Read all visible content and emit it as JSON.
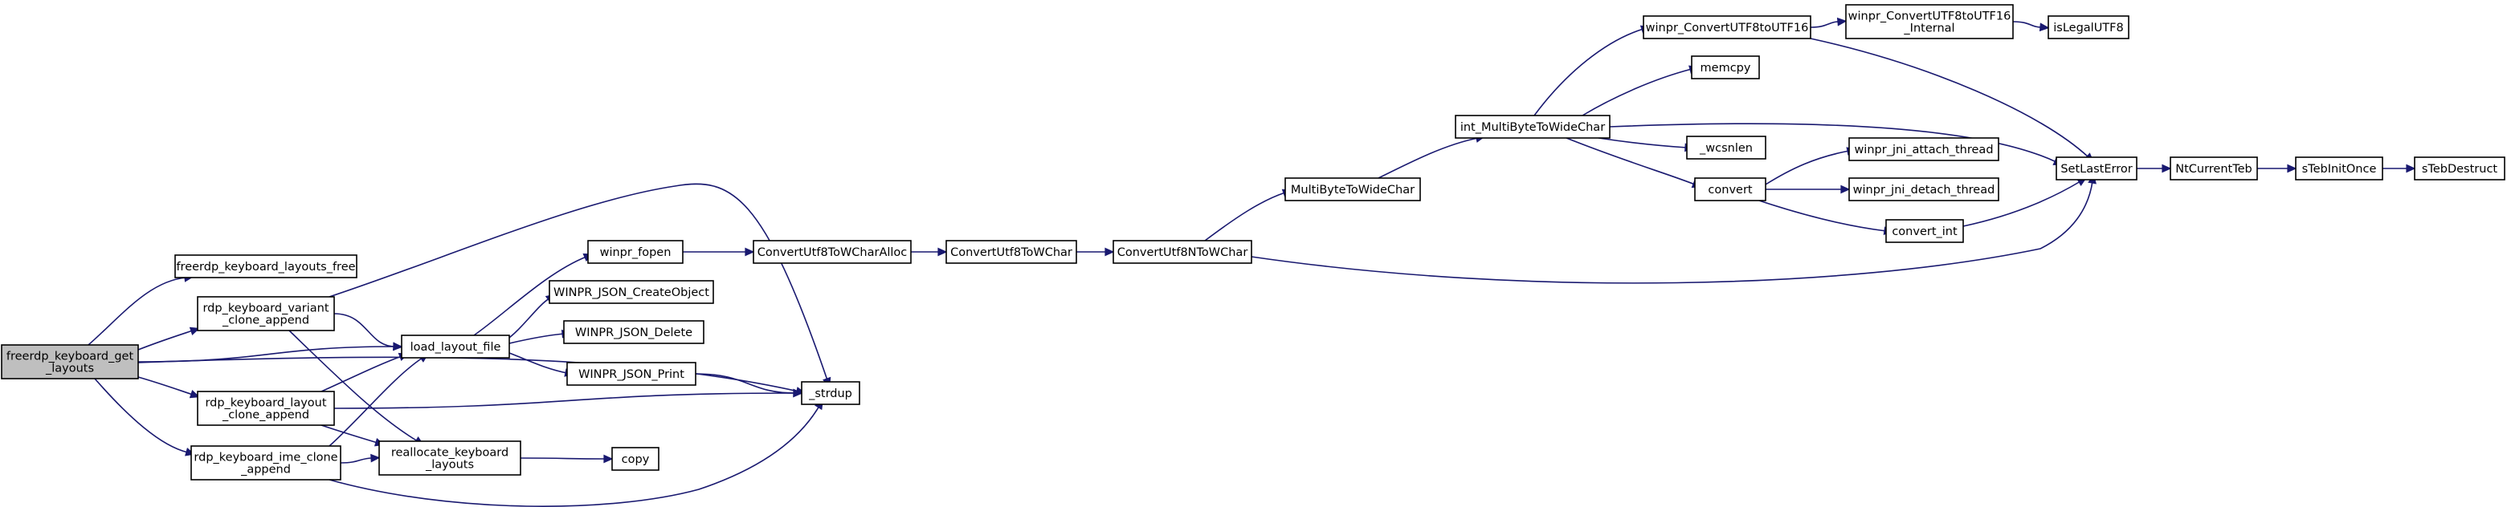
{
  "graph": {
    "colors": {
      "edge": "#191970",
      "root_fill": "#bfbfbf",
      "node_fill": "#ffffff",
      "node_stroke": "#000000"
    },
    "nodes": [
      {
        "id": "root",
        "lines": [
          "freerdp_keyboard_get",
          "_layouts"
        ]
      },
      {
        "id": "layouts_free",
        "lines": [
          "freerdp_keyboard_layouts_free"
        ]
      },
      {
        "id": "variant_clone",
        "lines": [
          "rdp_keyboard_variant",
          "_clone_append"
        ]
      },
      {
        "id": "layout_clone",
        "lines": [
          "rdp_keyboard_layout",
          "_clone_append"
        ]
      },
      {
        "id": "ime_clone",
        "lines": [
          "rdp_keyboard_ime_clone",
          "_append"
        ]
      },
      {
        "id": "load_layout",
        "lines": [
          "load_layout_file"
        ]
      },
      {
        "id": "realloc",
        "lines": [
          "reallocate_keyboard",
          "_layouts"
        ]
      },
      {
        "id": "strdup",
        "lines": [
          "_strdup"
        ]
      },
      {
        "id": "winpr_fopen",
        "lines": [
          "winpr_fopen"
        ]
      },
      {
        "id": "json_create",
        "lines": [
          "WINPR_JSON_CreateObject"
        ]
      },
      {
        "id": "json_delete",
        "lines": [
          "WINPR_JSON_Delete"
        ]
      },
      {
        "id": "json_print",
        "lines": [
          "WINPR_JSON_Print"
        ]
      },
      {
        "id": "copy",
        "lines": [
          "copy"
        ]
      },
      {
        "id": "cu8_alloc",
        "lines": [
          "ConvertUtf8ToWCharAlloc"
        ]
      },
      {
        "id": "cu8",
        "lines": [
          "ConvertUtf8ToWChar"
        ]
      },
      {
        "id": "cu8n",
        "lines": [
          "ConvertUtf8NToWChar"
        ]
      },
      {
        "id": "mb2wc",
        "lines": [
          "MultiByteToWideChar"
        ]
      },
      {
        "id": "int_mb2wc",
        "lines": [
          "int_MultiByteToWideChar"
        ]
      },
      {
        "id": "conv_u8u16",
        "lines": [
          "winpr_ConvertUTF8toUTF16"
        ]
      },
      {
        "id": "conv_u8u16_int",
        "lines": [
          "winpr_ConvertUTF8toUTF16",
          "_Internal"
        ]
      },
      {
        "id": "islegal",
        "lines": [
          "isLegalUTF8"
        ]
      },
      {
        "id": "memcpy",
        "lines": [
          "memcpy"
        ]
      },
      {
        "id": "wcsnlen",
        "lines": [
          "_wcsnlen"
        ]
      },
      {
        "id": "convert",
        "lines": [
          "convert"
        ]
      },
      {
        "id": "jni_attach",
        "lines": [
          "winpr_jni_attach_thread"
        ]
      },
      {
        "id": "jni_detach",
        "lines": [
          "winpr_jni_detach_thread"
        ]
      },
      {
        "id": "convert_int",
        "lines": [
          "convert_int"
        ]
      },
      {
        "id": "setlasterror",
        "lines": [
          "SetLastError"
        ]
      },
      {
        "id": "ntcurrentteb",
        "lines": [
          "NtCurrentTeb"
        ]
      },
      {
        "id": "steb_init",
        "lines": [
          "sTebInitOnce"
        ]
      },
      {
        "id": "steb_destruct",
        "lines": [
          "sTebDestruct"
        ]
      }
    ],
    "edges": [
      [
        "root",
        "layouts_free"
      ],
      [
        "root",
        "variant_clone"
      ],
      [
        "root",
        "load_layout"
      ],
      [
        "root",
        "strdup"
      ],
      [
        "root",
        "layout_clone"
      ],
      [
        "root",
        "ime_clone"
      ],
      [
        "variant_clone",
        "load_layout"
      ],
      [
        "variant_clone",
        "strdup"
      ],
      [
        "variant_clone",
        "realloc"
      ],
      [
        "layout_clone",
        "load_layout"
      ],
      [
        "layout_clone",
        "strdup"
      ],
      [
        "layout_clone",
        "realloc"
      ],
      [
        "ime_clone",
        "load_layout"
      ],
      [
        "ime_clone",
        "realloc"
      ],
      [
        "ime_clone",
        "strdup"
      ],
      [
        "load_layout",
        "winpr_fopen"
      ],
      [
        "load_layout",
        "json_create"
      ],
      [
        "load_layout",
        "json_delete"
      ],
      [
        "load_layout",
        "json_print"
      ],
      [
        "json_print",
        "strdup"
      ],
      [
        "realloc",
        "copy"
      ],
      [
        "winpr_fopen",
        "cu8_alloc"
      ],
      [
        "cu8_alloc",
        "cu8"
      ],
      [
        "cu8",
        "cu8n"
      ],
      [
        "cu8n",
        "mb2wc"
      ],
      [
        "cu8n",
        "setlasterror"
      ],
      [
        "mb2wc",
        "int_mb2wc"
      ],
      [
        "int_mb2wc",
        "conv_u8u16"
      ],
      [
        "int_mb2wc",
        "memcpy"
      ],
      [
        "int_mb2wc",
        "wcsnlen"
      ],
      [
        "int_mb2wc",
        "convert"
      ],
      [
        "int_mb2wc",
        "setlasterror"
      ],
      [
        "conv_u8u16",
        "conv_u8u16_int"
      ],
      [
        "conv_u8u16",
        "setlasterror"
      ],
      [
        "conv_u8u16_int",
        "islegal"
      ],
      [
        "convert",
        "jni_attach"
      ],
      [
        "convert",
        "jni_detach"
      ],
      [
        "convert",
        "convert_int"
      ],
      [
        "convert_int",
        "setlasterror"
      ],
      [
        "setlasterror",
        "ntcurrentteb"
      ],
      [
        "ntcurrentteb",
        "steb_init"
      ],
      [
        "steb_init",
        "steb_destruct"
      ]
    ]
  }
}
